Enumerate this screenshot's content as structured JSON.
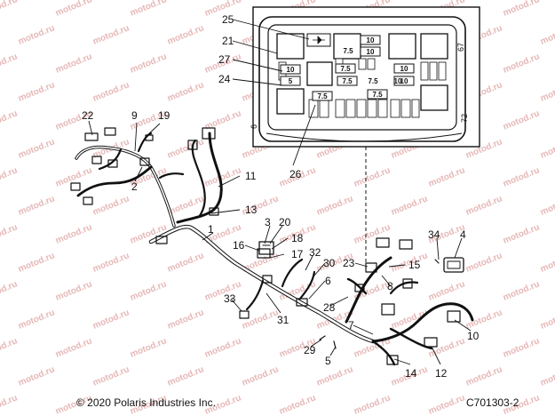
{
  "watermark": "motod.ru",
  "footer": {
    "copyright": "© 2020 Polaris Industries Inc.",
    "figure_code": "C701303-2"
  },
  "detail": {
    "edge_labels": [
      "67",
      "72",
      "6"
    ],
    "fuse_values": [
      "10",
      "10",
      "10",
      "7.5",
      "10",
      "7.5",
      "10",
      "5",
      "7.5",
      "7.5",
      "10",
      "7.5",
      "7.5"
    ]
  },
  "callouts": [
    "25",
    "21",
    "27",
    "24",
    "26",
    "22",
    "9",
    "19",
    "2",
    "11",
    "13",
    "1",
    "3",
    "20",
    "18",
    "16",
    "17",
    "32",
    "30",
    "6",
    "23",
    "15",
    "8",
    "34",
    "4",
    "33",
    "31",
    "28",
    "7",
    "29",
    "5",
    "14",
    "12",
    "10"
  ]
}
